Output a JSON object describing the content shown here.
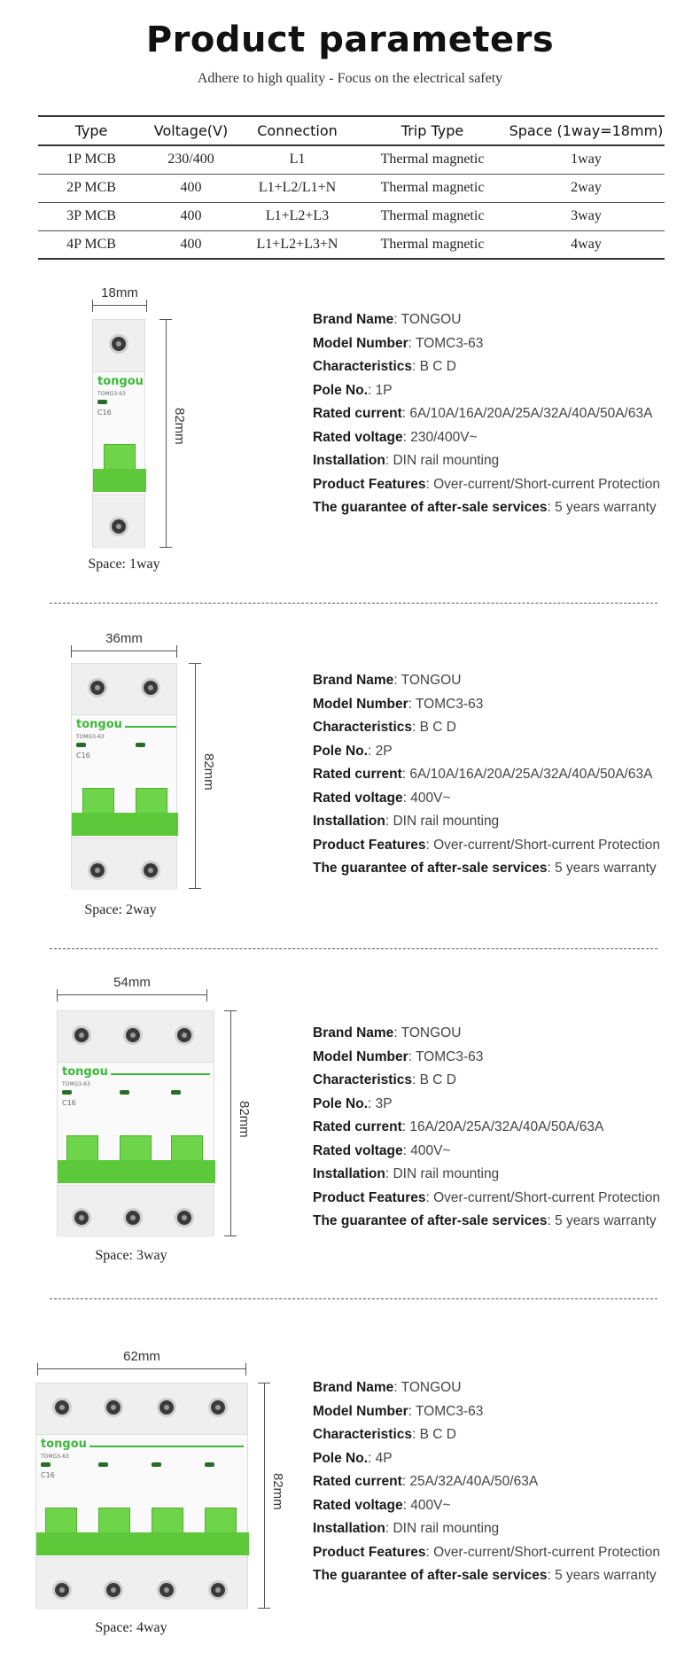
{
  "header": {
    "title": "Product parameters",
    "subtitle": "Adhere to high quality - Focus on the electrical safety"
  },
  "table": {
    "headers": [
      "Type",
      "Voltage(V)",
      "Connection",
      "Trip Type",
      "Space (1way=18mm)"
    ],
    "rows": [
      [
        "1P MCB",
        "230/400",
        "L1",
        "Thermal magnetic",
        "1way"
      ],
      [
        "2P MCB",
        "400",
        "L1+L2/L1+N",
        "Thermal magnetic",
        "2way"
      ],
      [
        "3P MCB",
        "400",
        "L1+L2+L3",
        "Thermal magnetic",
        "3way"
      ],
      [
        "4P MCB",
        "400",
        "L1+L2+L3+N",
        "Thermal magnetic",
        "4way"
      ]
    ]
  },
  "labels": {
    "brand": "Brand Name",
    "model": "Model Number",
    "characteristics": "Characteristics",
    "pole": "Pole No.",
    "current": "Rated current",
    "voltage": "Rated voltage",
    "installation": "Installation",
    "features": "Product Features",
    "guarantee": "The guarantee of after-sale services"
  },
  "divider": "--------------------------------------------------------------------------------------------------------------------",
  "products": [
    {
      "width_label": "18mm",
      "height_label": "82mm",
      "space": "Space: 1way",
      "brand_logo": "tongou",
      "device_model": "TOMG3-63",
      "rating": "C16",
      "brand": ": TONGOU",
      "model": ": TOMC3-63",
      "characteristics": ": B C D",
      "pole": ": 1P",
      "current": ": 6A/10A/16A/20A/25A/32A/40A/50A/63A",
      "voltage": ": 230/400V~",
      "installation": ": DIN rail mounting",
      "features": ": Over-current/Short-current Protection",
      "guarantee": ": 5 years warranty"
    },
    {
      "width_label": "36mm",
      "height_label": "82mm",
      "space": "Space: 2way",
      "brand_logo": "tongou",
      "device_model": "TOMG3-63",
      "rating": "C16",
      "brand": ": TONGOU",
      "model": ": TOMC3-63",
      "characteristics": ": B C D",
      "pole": ": 2P",
      "current": ": 6A/10A/16A/20A/25A/32A/40A/50A/63A",
      "voltage": ": 400V~",
      "installation": ": DIN rail mounting",
      "features": ": Over-current/Short-current Protection",
      "guarantee": ": 5 years warranty"
    },
    {
      "width_label": "54mm",
      "height_label": "82mm",
      "space": "Space: 3way",
      "brand_logo": "tongou",
      "device_model": "TOMG3-63",
      "rating": "C16",
      "brand": ": TONGOU",
      "model": ": TOMC3-63",
      "characteristics": ": B C D",
      "pole": ": 3P",
      "current": ": 16A/20A/25A/32A/40A/50A/63A",
      "voltage": ": 400V~",
      "installation": ": DIN rail mounting",
      "features": ": Over-current/Short-current Protection",
      "guarantee": ": 5 years warranty"
    },
    {
      "width_label": "62mm",
      "height_label": "82mm",
      "space": "Space: 4way",
      "brand_logo": "tongou",
      "device_model": "TOMG3-63",
      "rating": "C16",
      "brand": ": TONGOU",
      "model": ": TOMC3-63",
      "characteristics": ": B C D",
      "pole": ": 4P",
      "current": ": 25A/32A/40A/50/63A",
      "voltage": ": 400V~",
      "installation": ": DIN rail mounting",
      "features": ": Over-current/Short-current Protection",
      "guarantee": ": 5 years warranty"
    }
  ],
  "colors": {
    "accent_green": "#6ed44a",
    "brand_green": "#3cb838"
  }
}
